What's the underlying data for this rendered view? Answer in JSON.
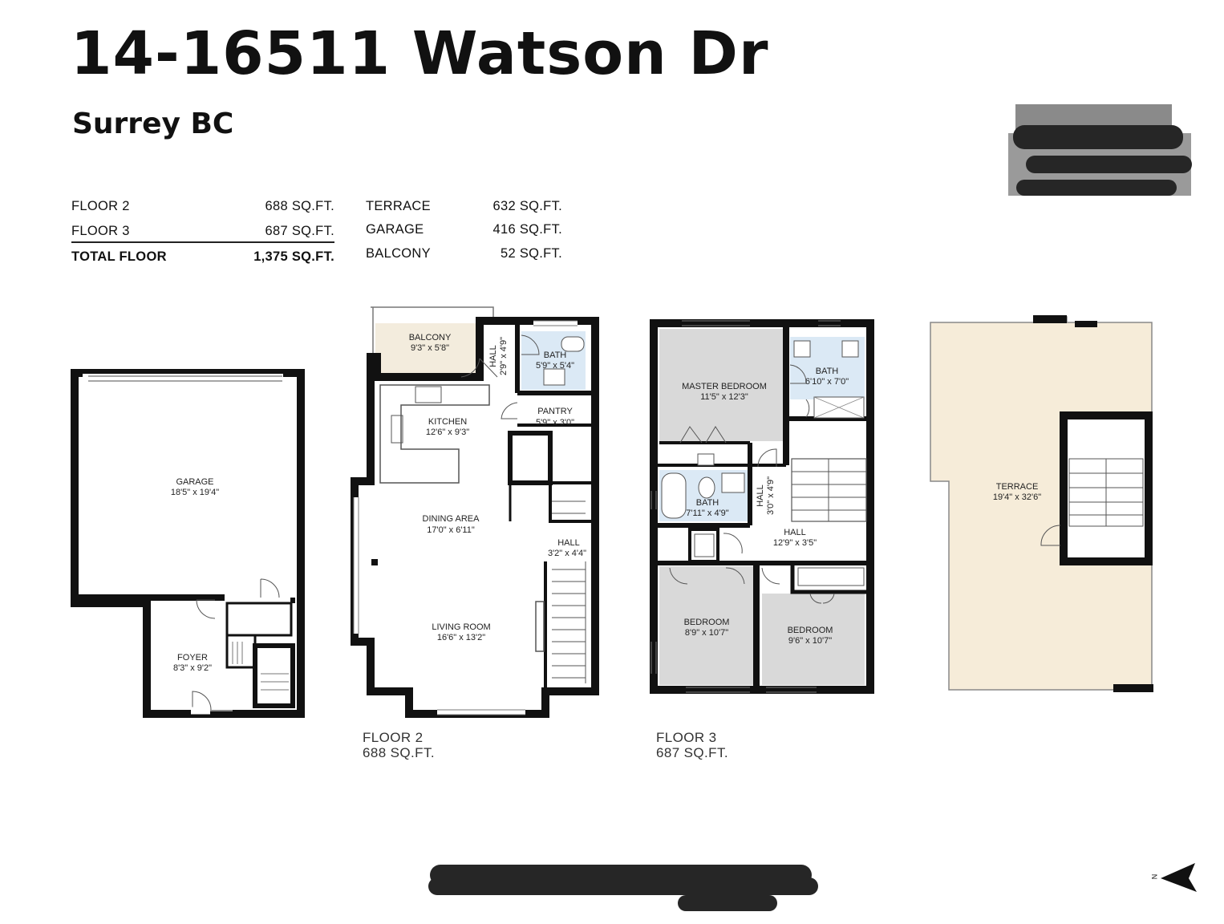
{
  "header": {
    "title": "14-16511 Watson Dr",
    "subtitle": "Surrey BC"
  },
  "areas_left": [
    {
      "label": "FLOOR 2",
      "value": "688 SQ.FT."
    },
    {
      "label": "FLOOR 3",
      "value": "687 SQ.FT."
    },
    {
      "label": "TOTAL FLOOR",
      "value": "1,375 SQ.FT."
    }
  ],
  "areas_right": [
    {
      "label": "TERRACE",
      "value": "632 SQ.FT."
    },
    {
      "label": "GARAGE",
      "value": "416 SQ.FT."
    },
    {
      "label": "BALCONY",
      "value": "52 SQ.FT."
    }
  ],
  "rooms": {
    "garage": {
      "name": "GARAGE",
      "dim": "18'5\" x 19'4\""
    },
    "foyer": {
      "name": "FOYER",
      "dim": "8'3\" x 9'2\""
    },
    "balcony": {
      "name": "BALCONY",
      "dim": "9'3\" x 5'8\""
    },
    "hall_f2_top": {
      "name": "HALL",
      "dim": "2'9\" x 4'9\""
    },
    "bath_f2": {
      "name": "BATH",
      "dim": "5'9\" x 5'4\""
    },
    "kitchen": {
      "name": "KITCHEN",
      "dim": "12'6\" x 9'3\""
    },
    "pantry": {
      "name": "PANTRY",
      "dim": "5'9\" x 3'0\""
    },
    "dining": {
      "name": "DINING AREA",
      "dim": "17'0\" x 6'11\""
    },
    "hall_f2": {
      "name": "HALL",
      "dim": "3'2\" x 4'4\""
    },
    "living": {
      "name": "LIVING ROOM",
      "dim": "16'6\" x 13'2\""
    },
    "master": {
      "name": "MASTER BEDROOM",
      "dim": "11'5\" x 12'3\""
    },
    "bath_f3_top": {
      "name": "BATH",
      "dim": "6'10\" x 7'0\""
    },
    "bath_f3": {
      "name": "BATH",
      "dim": "7'11\" x 4'9\""
    },
    "hall_f3_v": {
      "name": "HALL",
      "dim": "3'0\" x 4'9\""
    },
    "hall_f3": {
      "name": "HALL",
      "dim": "12'9\" x 3'5\""
    },
    "bed1": {
      "name": "BEDROOM",
      "dim": "8'9\" x 10'7\""
    },
    "bed2": {
      "name": "BEDROOM",
      "dim": "9'6\" x 10'7\""
    },
    "terrace": {
      "name": "TERRACE",
      "dim": "19'4\" x 32'6\""
    }
  },
  "floor_labels": {
    "floor2": {
      "name": "FLOOR 2",
      "area": "688 SQ.FT."
    },
    "floor3": {
      "name": "FLOOR 3",
      "area": "687 SQ.FT."
    }
  },
  "compass": {
    "letter": "N"
  },
  "colors": {
    "wall": "#111111",
    "grey_room": "#d9d9d9",
    "bath_blue": "#dbe9f5",
    "terrace_fill": "#f6ecd9",
    "balcony_fill": "#f3ecdd",
    "redaction": "#262626"
  }
}
